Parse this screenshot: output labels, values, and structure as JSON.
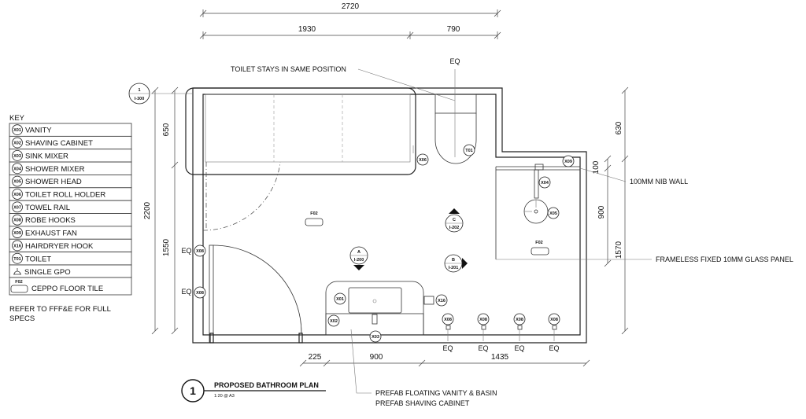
{
  "dimensions": {
    "top_total": "2720",
    "top_left": "1930",
    "top_right": "790",
    "left_total": "2200",
    "left_upper": "650",
    "left_lower": "1550",
    "right_upper": "630",
    "right_nib": "100",
    "right_middle": "900",
    "right_lower": "1570",
    "bottom_left": "225",
    "bottom_mid": "900",
    "bottom_right": "1435"
  },
  "annotations": {
    "toilet_note": "TOILET STAYS IN SAME POSITION",
    "nib_wall": "100MM NIB WALL",
    "glass_panel": "FRAMELESS FIXED 10MM GLASS PANEL",
    "vanity_note_1": "PREFAB FLOATING VANITY & BASIN",
    "vanity_note_2": "PREFAB SHAVING CABINET",
    "eq": "EQ"
  },
  "tags": {
    "x01": "X01",
    "x02": "X02",
    "x03": "X03",
    "x04": "X04",
    "x05": "X05",
    "x06": "X06",
    "x08": "X08",
    "x09": "X09",
    "x16": "X16",
    "t01": "T01",
    "f02": "F02"
  },
  "callouts": {
    "section": {
      "top": "1",
      "bottom": "I-300"
    },
    "elev_a": {
      "top": "A",
      "bottom": "I-200"
    },
    "elev_b": {
      "top": "B",
      "bottom": "I-201"
    },
    "elev_c": {
      "top": "C",
      "bottom": "I-202"
    }
  },
  "title_block": {
    "number": "1",
    "title": "PROPOSED BATHROOM PLAN",
    "scale": "1:20 @ A3"
  },
  "key": {
    "heading": "KEY",
    "items": [
      {
        "code": "X01",
        "label": "VANITY"
      },
      {
        "code": "X02",
        "label": "SHAVING CABINET"
      },
      {
        "code": "X03",
        "label": "SINK MIXER"
      },
      {
        "code": "X04",
        "label": "SHOWER MIXER"
      },
      {
        "code": "X05",
        "label": "SHOWER HEAD"
      },
      {
        "code": "X06",
        "label": "TOILET ROLL HOLDER"
      },
      {
        "code": "X07",
        "label": "TOWEL RAIL"
      },
      {
        "code": "X08",
        "label": "ROBE HOOKS"
      },
      {
        "code": "X09",
        "label": "EXHAUST FAN"
      },
      {
        "code": "X16",
        "label": "HAIRDRYER HOOK"
      },
      {
        "code": "T01",
        "label": "TOILET"
      }
    ],
    "gpo_label": "SINGLE GPO",
    "tile_code": "F02",
    "tile_label": "CEPPO FLOOR TILE",
    "note": "REFER TO FFF&E FOR FULL SPECS"
  }
}
